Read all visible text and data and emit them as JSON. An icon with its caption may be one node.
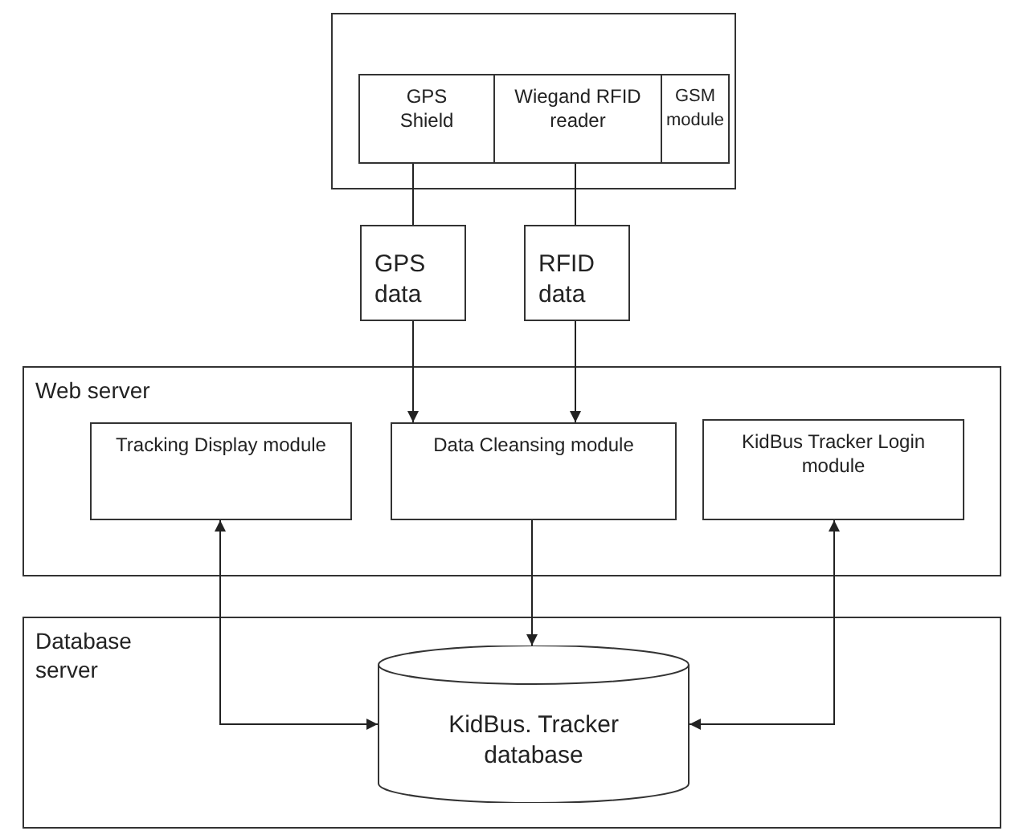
{
  "diagram": {
    "nodes": [
      {
        "text": [],
        "shape": "box"
      },
      {
        "text": [
          "GPS Shield"
        ],
        "in": 0
      },
      {
        "text": [
          "Wiegand RFID reader"
        ],
        "in": 0
      },
      {
        "text": [
          "GSM module"
        ],
        "in": 0
      },
      {
        "text": [
          "GPS data"
        ]
      },
      {
        "text": [
          "RFID data"
        ]
      },
      {
        "text": [
          "Web server"
        ]
      },
      {
        "text": [
          "Tracking Display module"
        ],
        "in": 6
      },
      {
        "text": [
          "Data Cleansing module"
        ],
        "in": 6
      },
      {
        "text": [
          "KidBus Tracker Login module"
        ],
        "in": 6
      },
      {
        "text": [
          "Database server"
        ]
      },
      {
        "text": [
          "KidBus. Tracker database"
        ],
        "in": 10
      }
    ],
    "edges": [
      {
        "from": 1,
        "to": 4,
        "arrow": "none"
      },
      {
        "from": 4,
        "to": 8,
        "arrow": "to"
      },
      {
        "from": 2,
        "to": 5,
        "arrow": "none"
      },
      {
        "from": 5,
        "to": 8,
        "arrow": "to"
      },
      {
        "from": 8,
        "to": 11,
        "arrow": "to"
      },
      {
        "from": 11,
        "to": 7,
        "arrow": "both"
      },
      {
        "from": 11,
        "to": 9,
        "arrow": "both"
      }
    ]
  }
}
